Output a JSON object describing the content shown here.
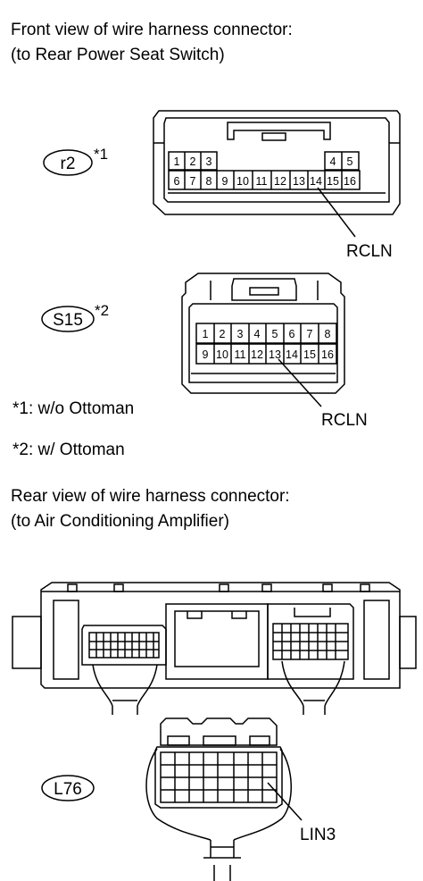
{
  "section1": {
    "title_line1": "Front view of wire harness connector:",
    "title_line2": "(to Rear Power Seat Switch)"
  },
  "connector_r2": {
    "id": "r2",
    "note": "*1",
    "pins_top_left": [
      "1",
      "2",
      "3"
    ],
    "pins_top_right": [
      "4",
      "5"
    ],
    "pins_bottom": [
      "6",
      "7",
      "8",
      "9",
      "10",
      "11",
      "12",
      "13",
      "14",
      "15",
      "16"
    ],
    "callout": "RCLN"
  },
  "connector_s15": {
    "id": "S15",
    "note": "*2",
    "pins_top": [
      "1",
      "2",
      "3",
      "4",
      "5",
      "6",
      "7",
      "8"
    ],
    "pins_bottom": [
      "9",
      "10",
      "11",
      "12",
      "13",
      "14",
      "15",
      "16"
    ],
    "callout": "RCLN"
  },
  "notes": {
    "note1": "*1: w/o Ottoman",
    "note2": "*2: w/ Ottoman"
  },
  "section2": {
    "title_line1": "Rear view of wire harness connector:",
    "title_line2": "(to Air Conditioning Amplifier)"
  },
  "connector_l76": {
    "id": "L76",
    "callout": "LIN3"
  }
}
